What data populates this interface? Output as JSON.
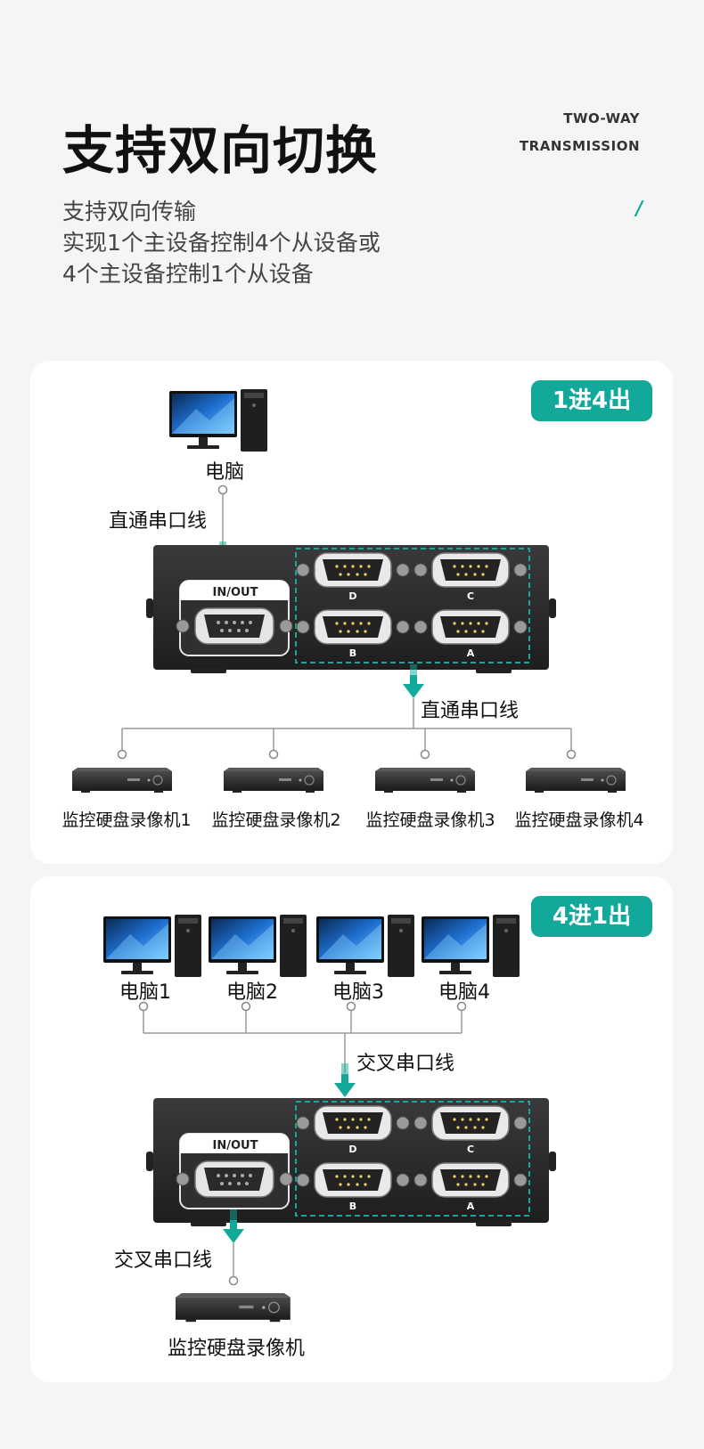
{
  "header": {
    "title": "支持双向切换",
    "en_line1": "TWO-WAY",
    "en_line2": "TRANSMISSION",
    "slash": "/",
    "sub_line1": "支持双向传输",
    "sub_line2": "实现1个主设备控制4个从设备或",
    "sub_line3": "4个主设备控制1个从设备"
  },
  "card1": {
    "badge": "1进4出",
    "pc_label": "电脑",
    "cable_top": "直通串口线",
    "cable_bottom": "直通串口线",
    "port_main": "IN/OUT",
    "ports": [
      "D",
      "C",
      "B",
      "A"
    ],
    "dvrs": [
      "监控硬盘录像机1",
      "监控硬盘录像机2",
      "监控硬盘录像机3",
      "监控硬盘录像机4"
    ]
  },
  "card2": {
    "badge": "4进1出",
    "pcs": [
      "电脑1",
      "电脑2",
      "电脑3",
      "电脑4"
    ],
    "cable_top": "交叉串口线",
    "cable_bottom": "交叉串口线",
    "port_main": "IN/OUT",
    "ports": [
      "D",
      "C",
      "B",
      "A"
    ],
    "dvr": "监控硬盘录像机"
  },
  "colors": {
    "accent": "#12a99b",
    "device": "#2b2b2b",
    "line": "#999999"
  }
}
